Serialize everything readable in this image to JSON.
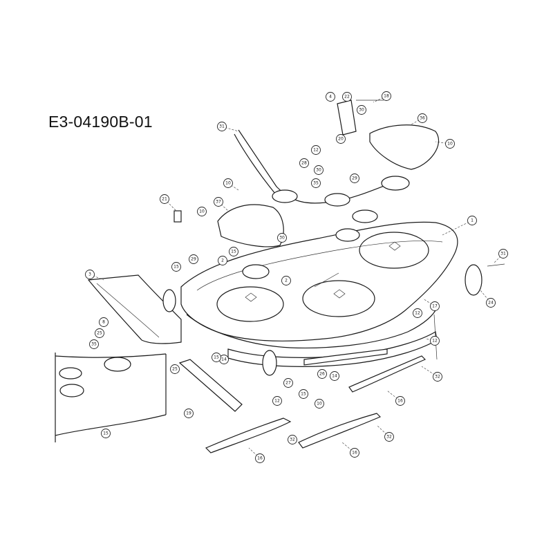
{
  "title": "E3-04190B-01",
  "callouts": [
    "1",
    "2",
    "3",
    "4",
    "8",
    "10",
    "12",
    "14",
    "15",
    "16",
    "17",
    "18",
    "19",
    "20",
    "21",
    "22",
    "24",
    "25",
    "26",
    "27",
    "28",
    "29",
    "30",
    "31",
    "32",
    "35",
    "36",
    "37"
  ]
}
